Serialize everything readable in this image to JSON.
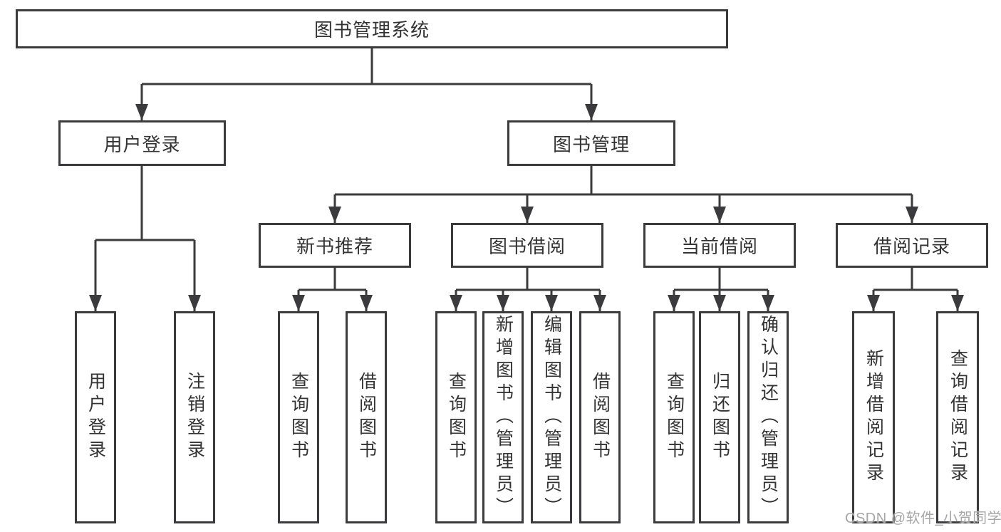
{
  "diagram": {
    "type": "hierarchy-diagram",
    "title": "图书管理系统",
    "watermark": "CSDN @软件_小贺同学",
    "colors": {
      "line": "#3b3b3d",
      "box_border": "#3b3b3d",
      "text": "#333333",
      "watermark": "#a6a6a6",
      "background": "#ffffff"
    },
    "nodes": [
      {
        "id": "root",
        "label": "图书管理系统",
        "parent": null
      },
      {
        "id": "user-login",
        "label": "用户登录",
        "parent": "root"
      },
      {
        "id": "book-mgmt",
        "label": "图书管理",
        "parent": "root"
      },
      {
        "id": "new-book-rec",
        "label": "新书推荐",
        "parent": "book-mgmt"
      },
      {
        "id": "book-borrow",
        "label": "图书借阅",
        "parent": "book-mgmt"
      },
      {
        "id": "current-borrow",
        "label": "当前借阅",
        "parent": "book-mgmt"
      },
      {
        "id": "borrow-records",
        "label": "借阅记录",
        "parent": "book-mgmt"
      },
      {
        "id": "user-login-leaf",
        "label": "用户登录",
        "parent": "user-login"
      },
      {
        "id": "logout-leaf",
        "label": "注销登录",
        "parent": "user-login"
      },
      {
        "id": "nb-query",
        "label": "查询图书",
        "parent": "new-book-rec"
      },
      {
        "id": "nb-borrow",
        "label": "借阅图书",
        "parent": "new-book-rec"
      },
      {
        "id": "bb-query",
        "label": "查询图书",
        "parent": "book-borrow"
      },
      {
        "id": "bb-add",
        "label": "新增图书（管理员）",
        "parent": "book-borrow"
      },
      {
        "id": "bb-edit",
        "label": "编辑图书（管理员）",
        "parent": "book-borrow"
      },
      {
        "id": "bb-borrow",
        "label": "借阅图书",
        "parent": "book-borrow"
      },
      {
        "id": "cb-query",
        "label": "查询图书",
        "parent": "current-borrow"
      },
      {
        "id": "cb-return",
        "label": "归还图书",
        "parent": "current-borrow"
      },
      {
        "id": "cb-confirm",
        "label": "确认归还（管理员）",
        "parent": "current-borrow"
      },
      {
        "id": "br-add",
        "label": "新增借阅记录",
        "parent": "borrow-records"
      },
      {
        "id": "br-query",
        "label": "查询借阅记录",
        "parent": "borrow-records"
      }
    ]
  }
}
